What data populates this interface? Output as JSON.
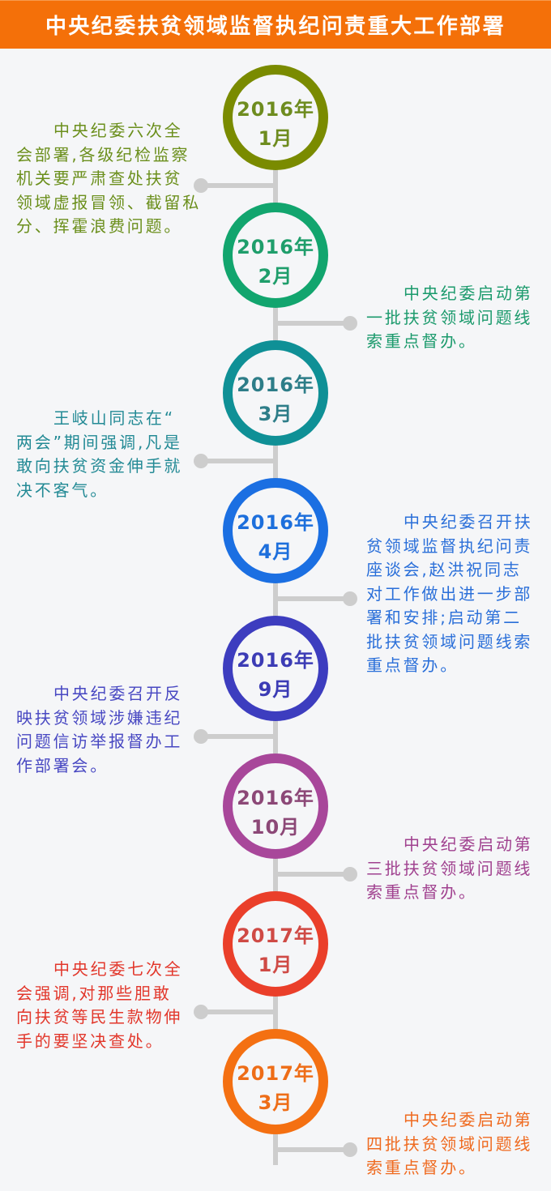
{
  "header": {
    "title": "中央纪委扶贫领域监督执纪问责重大工作部署",
    "background": "#f47009"
  },
  "timeline": {
    "line_color": "#cdcdcd",
    "events": [
      {
        "year": "2016年",
        "month": "1月",
        "side": "left",
        "circle_color": "#7a8b00",
        "date_color": "#6e8c1f",
        "text_color": "#6b8f1c",
        "text": "中央纪委六次全会部署,各级纪检监察机关要严肃查处扶贫领域虚报冒领、截留私分、挥霍浪费问题。",
        "lines": [
          "中央纪委六次全",
          "会部署,各级纪检监察",
          "机关要严肃查处扶贫",
          "领域虚报冒领、截留私",
          "分、挥霍浪费问题。"
        ]
      },
      {
        "year": "2016年",
        "month": "2月",
        "side": "right",
        "circle_color": "#12a56e",
        "date_color": "#1f9e6b",
        "text_color": "#1b9a6c",
        "text": "中央纪委启动第一批扶贫领域问题线索重点督办。",
        "lines": [
          "中央纪委启动第",
          "一批扶贫领域问题线",
          "索重点督办。"
        ]
      },
      {
        "year": "2016年",
        "month": "3月",
        "side": "left",
        "circle_color": "#0f9096",
        "date_color": "#2d7d88",
        "text_color": "#238a95",
        "text": "王岐山同志在“两会”期间强调,凡是敢向扶贫资金伸手就决不客气。",
        "lines": [
          "王岐山同志在“",
          "两会”期间强调,凡是",
          "敢向扶贫资金伸手就",
          "决不客气。"
        ]
      },
      {
        "year": "2016年",
        "month": "4月",
        "side": "right",
        "circle_color": "#1b6fe2",
        "date_color": "#1d6fdc",
        "text_color": "#2a6fd9",
        "text": "中央纪委召开扶贫领域监督执纪问责座谈会,赵洪祝同志对工作做出进一步部署和安排;启动第二批扶贫领域问题线索重点督办。",
        "lines": [
          "中央纪委召开扶",
          "贫领域监督执纪问责",
          "座谈会,赵洪祝同志",
          "对工作做出进一步部",
          "署和安排;启动第二",
          "批扶贫领域问题线索",
          "重点督办。"
        ]
      },
      {
        "year": "2016年",
        "month": "9月",
        "side": "left",
        "circle_color": "#3d3dbf",
        "date_color": "#3c3cb5",
        "text_color": "#4848c2",
        "text": "中央纪委召开反映扶贫领域涉嫌违纪问题信访举报督办工作部署会。",
        "lines": [
          "中央纪委召开反",
          "映扶贫领域涉嫌违纪",
          "问题信访举报督办工",
          "作部署会。"
        ]
      },
      {
        "year": "2016年",
        "month": "10月",
        "side": "right",
        "circle_color": "#a8479a",
        "date_color": "#8c4877",
        "text_color": "#a0418f",
        "text": "中央纪委启动第三批扶贫领域问题线索重点督办。",
        "lines": [
          "中央纪委启动第",
          "三批扶贫领域问题线",
          "索重点督办。"
        ]
      },
      {
        "year": "2017年",
        "month": "1月",
        "side": "left",
        "circle_color": "#ea3f2a",
        "date_color": "#cf4a45",
        "text_color": "#e2372b",
        "text": "中央纪委七次全会强调,对那些胆敢向扶贫等民生款物伸手的要坚决查处。",
        "lines": [
          "中央纪委七次全",
          "会强调,对那些胆敢",
          "向扶贫等民生款物伸",
          "手的要坚决查处。"
        ]
      },
      {
        "year": "2017年",
        "month": "3月",
        "side": "right",
        "circle_color": "#f47012",
        "date_color": "#ee6d17",
        "text_color": "#ef6a1f",
        "text": "中央纪委启动第四批扶贫领域问题线索重点督办。",
        "lines": [
          "中央纪委启动第",
          "四批扶贫领域问题线",
          "索重点督办。"
        ]
      }
    ]
  }
}
